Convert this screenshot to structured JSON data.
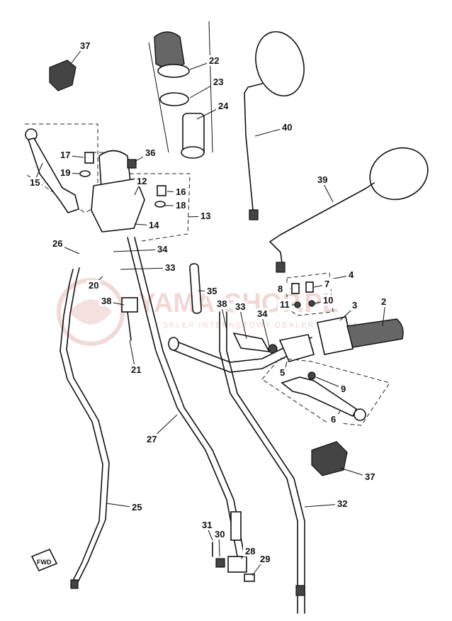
{
  "watermark": {
    "main": "YAMA-SHOP.PL",
    "sub": "SKLEP INTERNETOWY  DEALER YAMAHA"
  },
  "badge": {
    "fwd": "FWD"
  },
  "callouts": [
    {
      "id": "c37a",
      "label": "37"
    },
    {
      "id": "c22",
      "label": "22"
    },
    {
      "id": "c23",
      "label": "23"
    },
    {
      "id": "c24",
      "label": "24"
    },
    {
      "id": "c40",
      "label": "40"
    },
    {
      "id": "c17",
      "label": "17"
    },
    {
      "id": "c36",
      "label": "36"
    },
    {
      "id": "c19",
      "label": "19"
    },
    {
      "id": "c15",
      "label": "15"
    },
    {
      "id": "c12",
      "label": "12"
    },
    {
      "id": "c16",
      "label": "16"
    },
    {
      "id": "c18",
      "label": "18"
    },
    {
      "id": "c13",
      "label": "13"
    },
    {
      "id": "c14",
      "label": "14"
    },
    {
      "id": "c39",
      "label": "39"
    },
    {
      "id": "c26",
      "label": "26"
    },
    {
      "id": "c34a",
      "label": "34"
    },
    {
      "id": "c33a",
      "label": "33"
    },
    {
      "id": "c20",
      "label": "20"
    },
    {
      "id": "c35",
      "label": "35"
    },
    {
      "id": "c38a",
      "label": "38"
    },
    {
      "id": "c38b",
      "label": "38"
    },
    {
      "id": "c33b",
      "label": "33"
    },
    {
      "id": "c34b",
      "label": "34"
    },
    {
      "id": "c4",
      "label": "4"
    },
    {
      "id": "c7",
      "label": "7"
    },
    {
      "id": "c8",
      "label": "8"
    },
    {
      "id": "c11",
      "label": "11"
    },
    {
      "id": "c10",
      "label": "10"
    },
    {
      "id": "c3",
      "label": "3"
    },
    {
      "id": "c2",
      "label": "2"
    },
    {
      "id": "c21",
      "label": "21"
    },
    {
      "id": "c5",
      "label": "5"
    },
    {
      "id": "c9",
      "label": "9"
    },
    {
      "id": "c6",
      "label": "6"
    },
    {
      "id": "c27",
      "label": "27"
    },
    {
      "id": "c37b",
      "label": "37"
    },
    {
      "id": "c25",
      "label": "25"
    },
    {
      "id": "c32",
      "label": "32"
    },
    {
      "id": "c31",
      "label": "31"
    },
    {
      "id": "c30",
      "label": "30"
    },
    {
      "id": "c28",
      "label": "28"
    },
    {
      "id": "c29",
      "label": "29"
    }
  ]
}
